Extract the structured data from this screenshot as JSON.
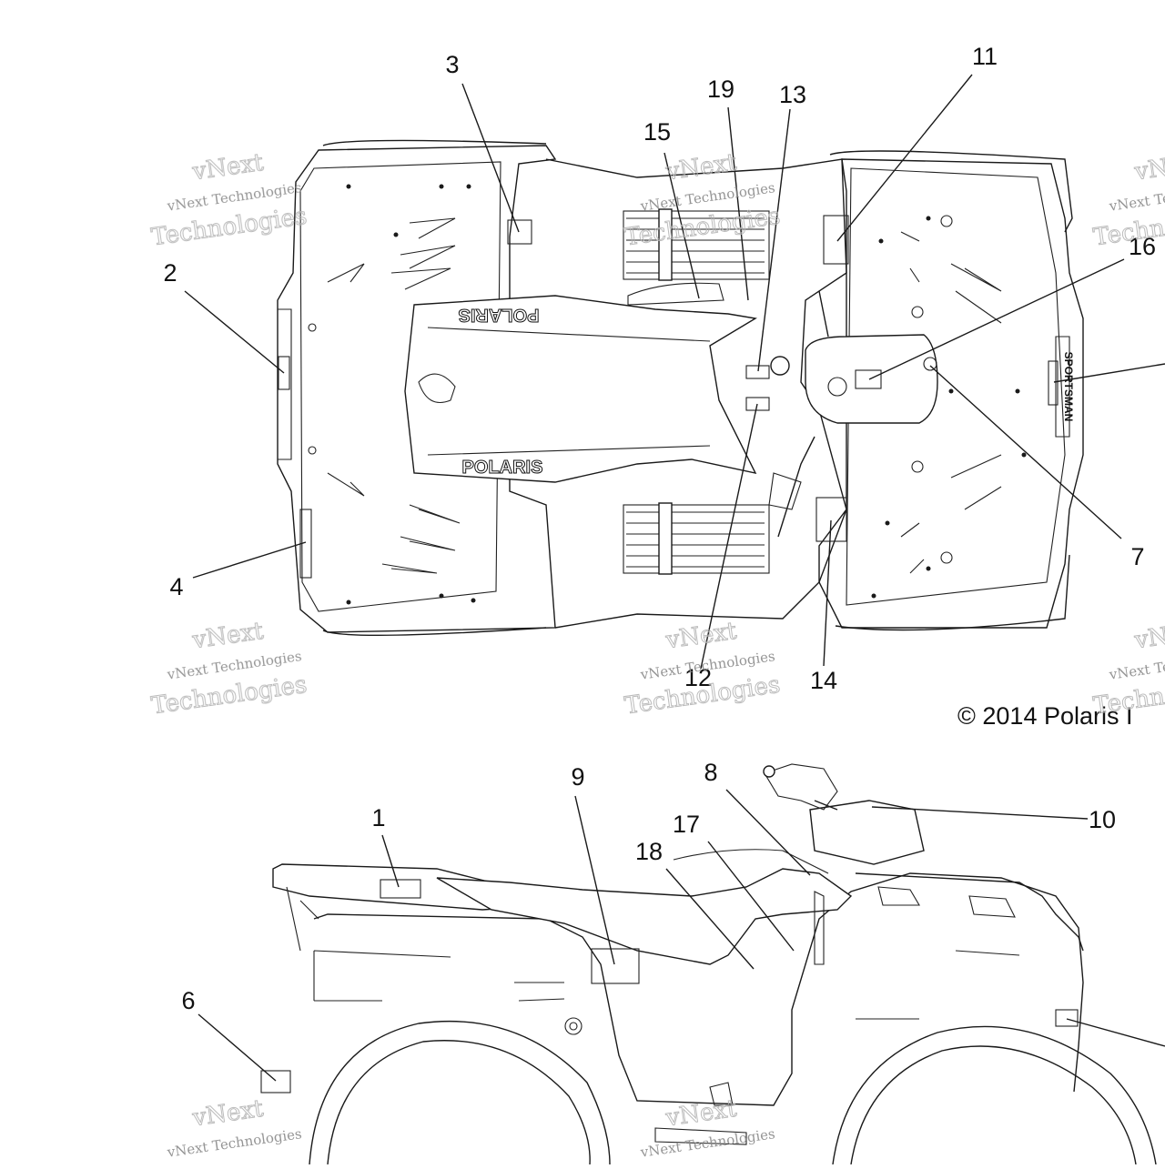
{
  "copyright": "© 2014 Polaris I",
  "callouts": [
    {
      "label": "1"
    },
    {
      "label": "2"
    },
    {
      "label": "3"
    },
    {
      "label": "4"
    },
    {
      "label": "6"
    },
    {
      "label": "7"
    },
    {
      "label": "8"
    },
    {
      "label": "9"
    },
    {
      "label": "10"
    },
    {
      "label": "11"
    },
    {
      "label": "12"
    },
    {
      "label": "13"
    },
    {
      "label": "14"
    },
    {
      "label": "15"
    },
    {
      "label": "16"
    },
    {
      "label": "17"
    },
    {
      "label": "18"
    },
    {
      "label": "19"
    }
  ],
  "decal_text": {
    "brand": "POLARIS",
    "brand_mirrored": "POLARIS",
    "fender": "SPORTSMAN"
  },
  "watermark": {
    "line1": "vNext Technologies",
    "line2": "Technologies",
    "line3": "vNext"
  }
}
